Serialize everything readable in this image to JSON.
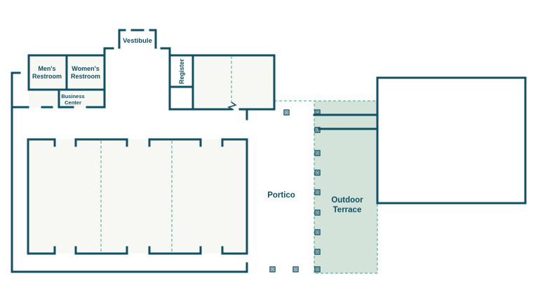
{
  "rooms": {
    "vestibule": "Vestibule",
    "mens_restroom_1": "Men's",
    "mens_restroom_2": "Restroom",
    "womens_restroom_1": "Women's",
    "womens_restroom_2": "Restroom",
    "business_center_1": "Business",
    "business_center_2": "Center",
    "register": "Register",
    "portico": "Portico",
    "outdoor_terrace_1": "Outdoor",
    "outdoor_terrace_2": "Terrace"
  },
  "colors": {
    "wall": "#0f5065",
    "room_fill": "#f7f7f4",
    "terrace_fill": "#d3e3da",
    "dashed_divider": "#5fb0a8"
  }
}
